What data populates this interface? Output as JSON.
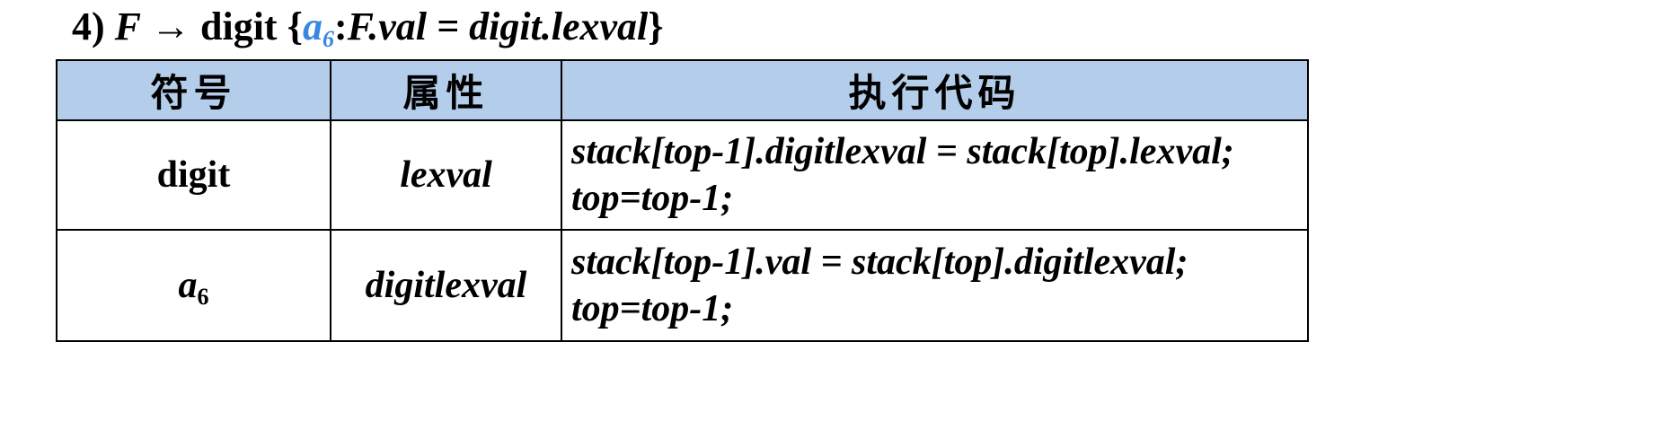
{
  "title": {
    "number": "4)",
    "lhs": "F",
    "arrow": "→",
    "rhs": "digit",
    "open_brace": "{",
    "action_name": "a",
    "action_sub": "6",
    "colon": ":",
    "rule": "F.val = digit.lexval",
    "close_brace": "}",
    "action_color": "#3a87e0"
  },
  "table": {
    "header_color": "#b4cdeb",
    "headers": [
      "符号",
      "属性",
      "执行代码"
    ],
    "rows": [
      {
        "symbol": "digit",
        "symbol_sub": "",
        "attribute": "lexval",
        "code_line1": "stack[top-1].digitlexval = stack[top].lexval;",
        "code_line2": "top=top-1;"
      },
      {
        "symbol": "a",
        "symbol_sub": "6",
        "attribute": "digitlexval",
        "code_line1": "stack[top-1].val = stack[top].digitlexval;",
        "code_line2": "top=top-1;"
      }
    ]
  }
}
